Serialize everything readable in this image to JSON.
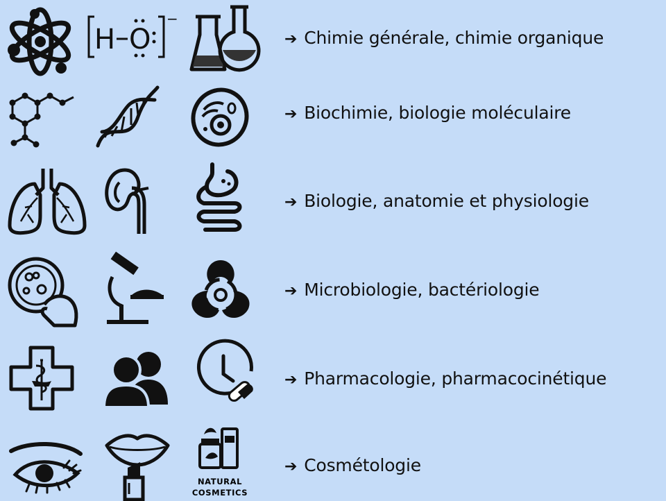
{
  "rows": [
    {
      "label": "Chimie générale, chimie organique",
      "icons": [
        "atom-icon",
        "hydroxide-lewis-icon",
        "lab-flasks-icon"
      ]
    },
    {
      "label": "Biochimie, biologie moléculaire",
      "icons": [
        "molecule-structure-icon",
        "dna-helix-icon",
        "cell-icon"
      ]
    },
    {
      "label": "Biologie, anatomie et physiologie",
      "icons": [
        "lungs-icon",
        "kidney-icon",
        "stomach-intestine-icon"
      ]
    },
    {
      "label": "Microbiologie, bactériologie",
      "icons": [
        "petri-dish-hand-icon",
        "microscope-icon",
        "biohazard-icon"
      ]
    },
    {
      "label": "Pharmacologie, pharmacocinétique",
      "icons": [
        "pharmacy-cross-icon",
        "people-icon",
        "clock-pill-icon"
      ]
    },
    {
      "label": "Cosmétologie",
      "icons": [
        "eye-lashes-icon",
        "lips-lipstick-icon",
        "natural-cosmetics-icon"
      ]
    }
  ],
  "arrow_glyph": "➔",
  "hydroxide": {
    "h": "H",
    "o": "O",
    "charge": "−"
  },
  "natural_cosmetics": {
    "line1": "NATURAL",
    "line2": "COSMETICS"
  },
  "colors": {
    "background": "#c5dcf8",
    "icon": "#111111",
    "text": "#111111"
  }
}
